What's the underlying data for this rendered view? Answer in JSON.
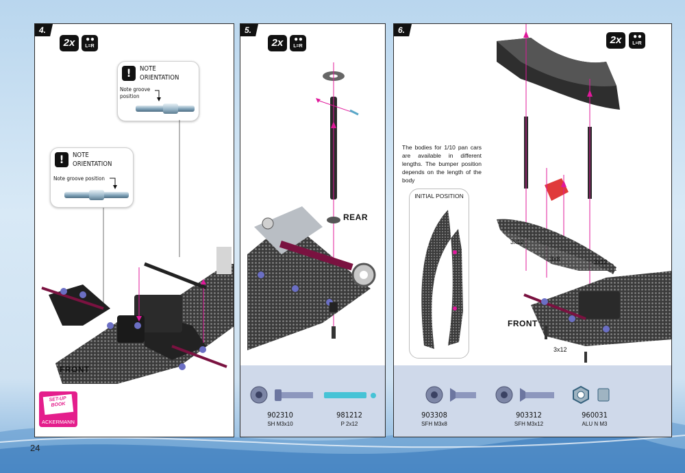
{
  "page": {
    "number": "24"
  },
  "colors": {
    "arrow": "#e0189a",
    "setup_book": "#e41e8c",
    "parts_strip": "#cfd9ea"
  },
  "step4": {
    "number": "4.",
    "quantity_badge": "2x",
    "lr_badge": "L=R",
    "note_top": {
      "title": "NOTE ORIENTATION",
      "label": "Note groove position"
    },
    "note_bottom": {
      "title": "NOTE ORIENTATION",
      "label": "Note groove position"
    },
    "front_label": "FRONT",
    "setup_book": {
      "title": "SET-UP BOOK",
      "label": "ACKERMANN"
    }
  },
  "step5": {
    "number": "5.",
    "quantity_badge": "2x",
    "lr_badge": "L=R",
    "rear_label": "REAR",
    "parts": [
      {
        "id": "902310",
        "desc": "SH M3x10",
        "icon": "socket-head-screw-icon"
      },
      {
        "id": "981212",
        "desc": "P 2x12",
        "icon": "pin-icon"
      }
    ]
  },
  "step6": {
    "number": "6.",
    "quantity_badge": "2x",
    "lr_badge": "L=R",
    "info_text": "The bodies for 1/10 pan cars are available in different lengths. The bumper position depends on the length of the body",
    "initial_position_label": "INITIAL POSITION",
    "front_label": "FRONT",
    "dimensions": [
      "3x12",
      "3x8",
      "3x12",
      "3x12"
    ],
    "parts": [
      {
        "id": "903308",
        "desc": "SFH M3x8",
        "icon": "flat-head-screw-icon"
      },
      {
        "id": "903312",
        "desc": "SFH M3x12",
        "icon": "flat-head-screw-icon"
      },
      {
        "id": "960031",
        "desc": "ALU N M3",
        "icon": "alu-nut-icon"
      }
    ]
  }
}
